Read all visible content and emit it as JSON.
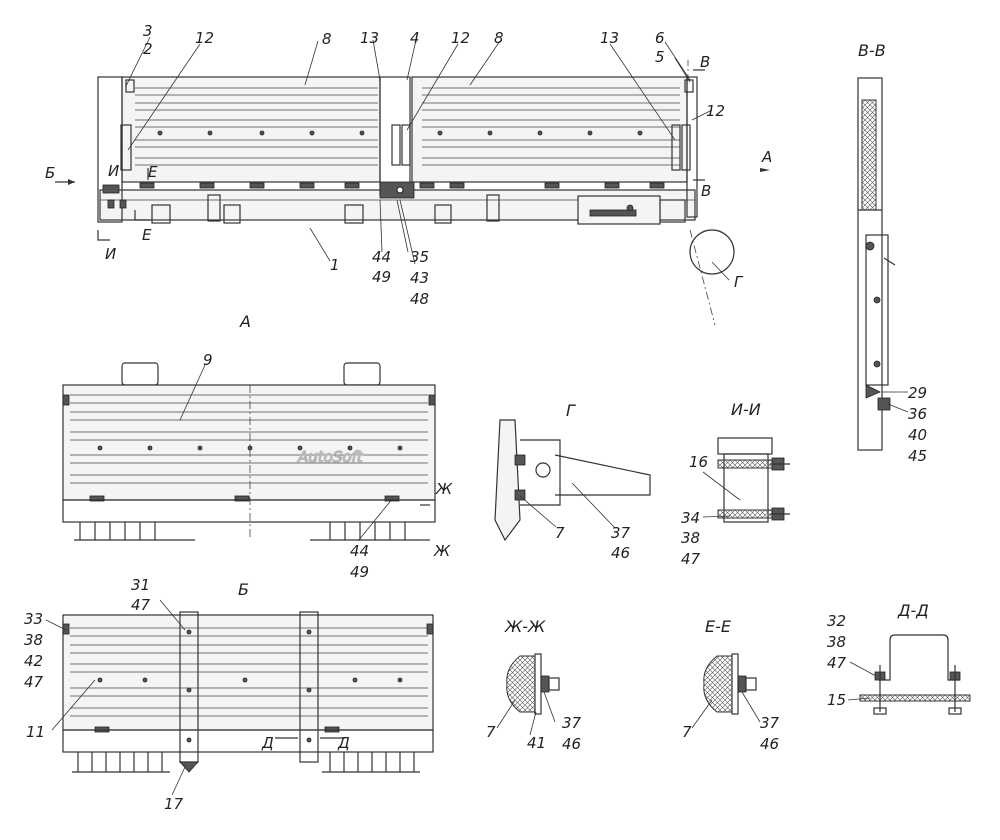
{
  "watermark": "AutoSoft",
  "views": {
    "main": {
      "arrow_b": "Б",
      "arrow_a": "А"
    },
    "view_a": {
      "title": "А"
    },
    "view_b": {
      "title": "Б"
    },
    "section_vv": {
      "title": "В-В"
    },
    "detail_g": {
      "title": "Г"
    },
    "section_ii": {
      "title": "И-И"
    },
    "section_zh": {
      "title": "Ж-Ж"
    },
    "section_ee": {
      "title": "Е-Е"
    },
    "section_dd": {
      "title": "Д-Д"
    }
  },
  "labels": {
    "m_3": "3",
    "m_2": "2",
    "m_12a": "12",
    "m_8a": "8",
    "m_13a": "13",
    "m_4": "4",
    "m_12b": "12",
    "m_8b": "8",
    "m_13b": "13",
    "m_6": "6",
    "m_5": "5",
    "m_12c": "12",
    "m_B1": "В",
    "m_B2": "В",
    "m_I1": "И",
    "m_I2": "И",
    "m_E1": "Е",
    "m_E2": "Е",
    "m_1": "1",
    "m_44": "44",
    "m_49": "49",
    "m_35": "35",
    "m_43": "43",
    "m_48": "48",
    "m_G": "Г",
    "a_9": "9",
    "a_Zh1": "Ж",
    "a_Zh2": "Ж",
    "a_44": "44",
    "a_49": "49",
    "g_7": "7",
    "g_37": "37",
    "g_46": "46",
    "ii_16": "16",
    "ii_34": "34",
    "ii_38": "38",
    "ii_47": "47",
    "vv_29": "29",
    "vv_36": "36",
    "vv_40": "40",
    "vv_45": "45",
    "b_31": "31",
    "b_47a": "47",
    "b_33": "33",
    "b_38": "38",
    "b_42": "42",
    "b_47b": "47",
    "b_11": "11",
    "b_17": "17",
    "b_D1": "Д",
    "b_D2": "Д",
    "zh_7": "7",
    "zh_41": "41",
    "zh_37": "37",
    "zh_46": "46",
    "ee_7": "7",
    "ee_37": "37",
    "ee_46": "46",
    "dd_32": "32",
    "dd_38": "38",
    "dd_47": "47",
    "dd_15": "15"
  }
}
